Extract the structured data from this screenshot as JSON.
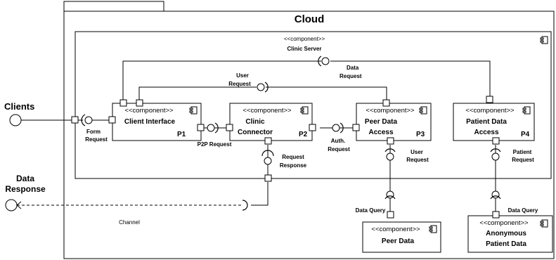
{
  "package": {
    "title": "Cloud"
  },
  "clinic_server": {
    "stereotype": "<<component>>",
    "name": "Clinic Server"
  },
  "components": {
    "client_interface": {
      "stereotype": "<<component>>",
      "name": "Client Interface",
      "port": "P1"
    },
    "clinic_connector": {
      "stereotype": "<<component>>",
      "name_line1": "Clinic",
      "name_line2": "Connector",
      "port": "P2"
    },
    "peer_data_access": {
      "stereotype": "<<component>>",
      "name_line1": "Peer Data",
      "name_line2": "Access",
      "port": "P3"
    },
    "patient_data_access": {
      "stereotype": "<<component>>",
      "name_line1": "Patient Data",
      "name_line2": "Access",
      "port": "P4"
    },
    "peer_data": {
      "stereotype": "<<component>>",
      "name": "Peer Data"
    },
    "anonymous_patient_data": {
      "stereotype": "<<component>>",
      "name_line1": "Anonymous",
      "name_line2": "Patient Data"
    }
  },
  "actors": {
    "clients": "Clients",
    "data_response_line1": "Data",
    "data_response_line2": "Response"
  },
  "labels": {
    "data_request_1": "Data",
    "data_request_2": "Request",
    "user_request_top_1": "User",
    "user_request_top_2": "Request",
    "form_request_1": "Form",
    "form_request_2": "Request",
    "p2p_request": "P2P Request",
    "auth_request_1": "Auth.",
    "auth_request_2": "Request",
    "request_response_1": "Request",
    "request_response_2": "Response",
    "user_request_right_1": "User",
    "user_request_right_2": "Request",
    "patient_request_1": "Patient",
    "patient_request_2": "Request",
    "data_query_left": "Data Query",
    "data_query_right": "Data Query",
    "channel": "Channel"
  },
  "icons": [
    "component-icon",
    "provided-interface-lollipop",
    "required-interface-socket",
    "port-square"
  ]
}
